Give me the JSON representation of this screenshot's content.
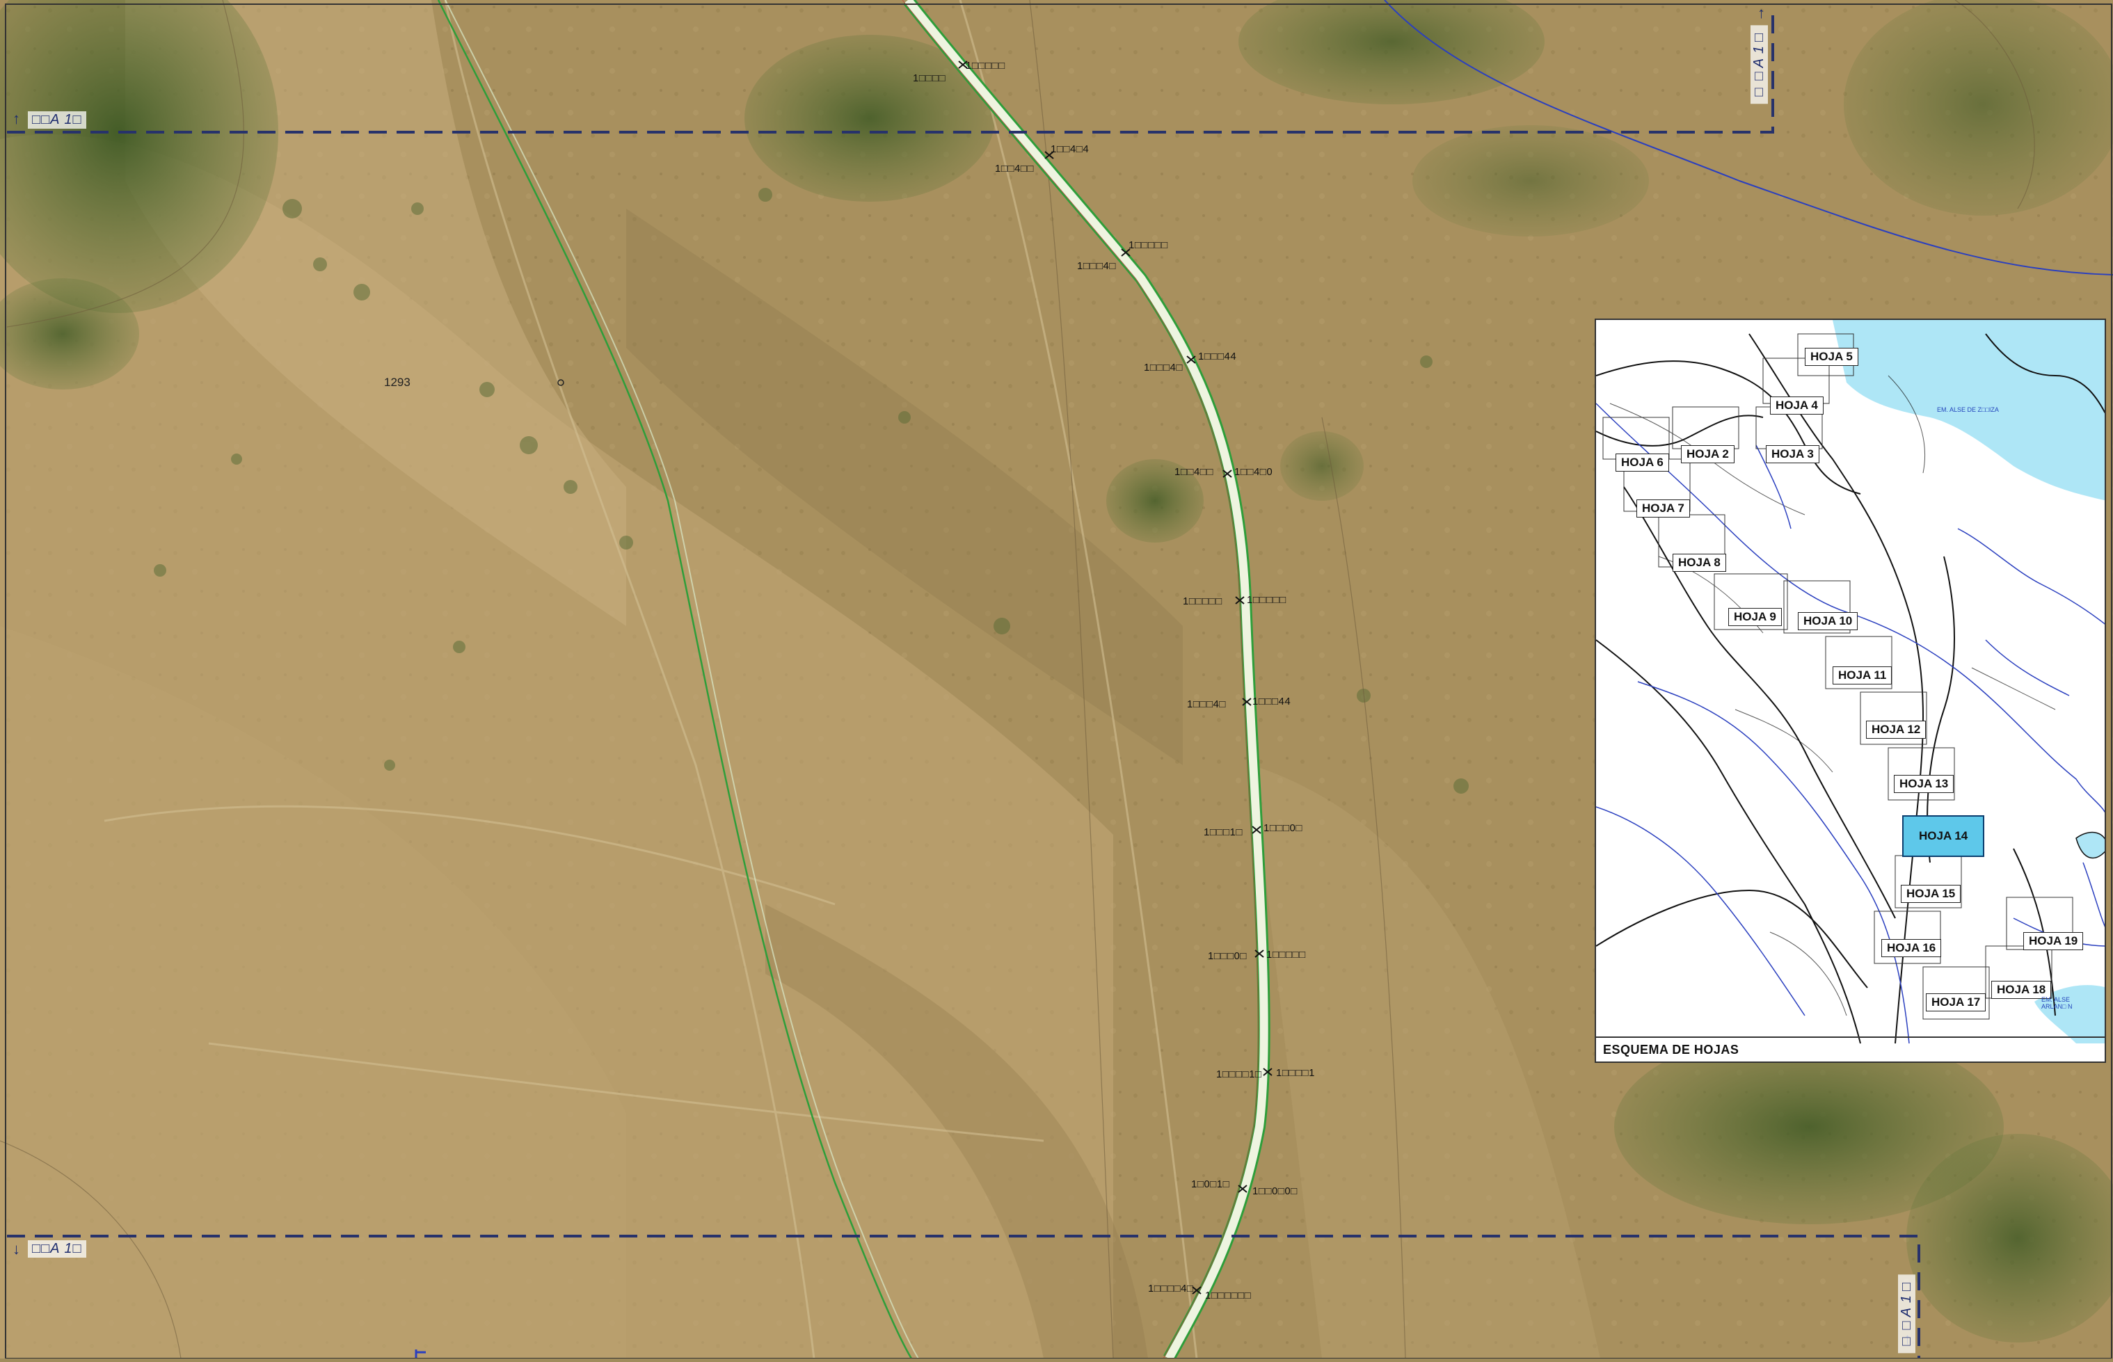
{
  "map": {
    "spot_label": "1293",
    "sheet_refs": {
      "top_left": "□□A 1□",
      "top_right": "□□A 1□",
      "bottom_left": "□□A 1□",
      "bottom_right": "□□A 1□"
    },
    "km_labels": [
      "1□□□□□",
      "1□□□□",
      "1□□4□4",
      "1□□4□□",
      "1□□□□□",
      "1□□□4□",
      "1□□□44",
      "1□□□4□",
      "1□□4□□",
      "1□□4□0",
      "1□□□□□",
      "1□□□□□",
      "1□□□4□",
      "1□□□44",
      "1□□□1□",
      "1□□□0□",
      "1□□□0□",
      "1□□□□□",
      "1□□□□1□",
      "1□□□□1",
      "1□0□1□",
      "1□□0□0□",
      "1□□□□4□",
      "1□□□□□□"
    ],
    "colors": {
      "sheet_boundary": "#27326b",
      "road_edge": "#2e9e3a",
      "river": "#2a3fbf",
      "active_sheet": "#5ec8ea"
    }
  },
  "inset": {
    "title": "ESQUEMA DE HOJAS",
    "active_sheet": "HOJA 14",
    "sheets": [
      "HOJA 5",
      "HOJA 4",
      "HOJA 2",
      "HOJA 3",
      "HOJA 6",
      "HOJA 7",
      "HOJA 8",
      "HOJA 9",
      "HOJA 10",
      "HOJA 11",
      "HOJA 12",
      "HOJA 13",
      "HOJA 14",
      "HOJA 15",
      "HOJA 16",
      "HOJA 19",
      "HOJA 18",
      "HOJA 17"
    ],
    "water_labels": [
      "EM. ALSE DE Z□□IZA",
      "EM. ALSE ARLAN□ N"
    ]
  }
}
